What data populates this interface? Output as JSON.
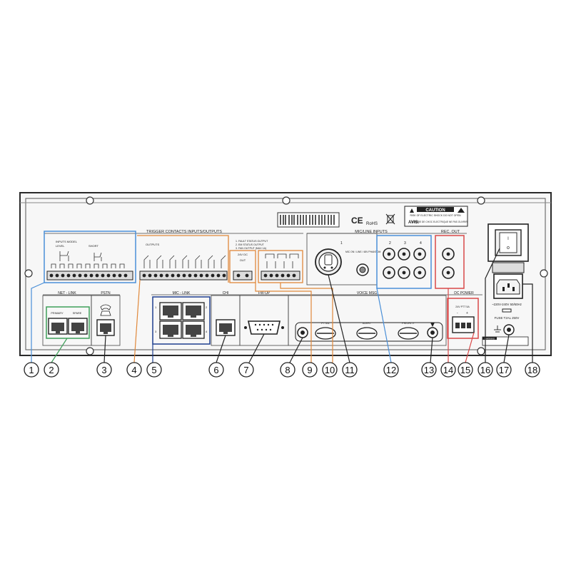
{
  "panel": {
    "section_labels": {
      "trigger": "TRIGGER CONTACTS INPUTS/OUTPUTS",
      "mic_line": "MIC/LINE INPUTS",
      "rec_out": "REC. OUT",
      "net_link": "NET - LINK",
      "pstn": "PSTN",
      "mic_link": "MIC - LINK",
      "chime": "CHI",
      "fw_up": "FW-UP",
      "voice_msg": "VOICE MSG",
      "dc_power": "DC POWER"
    },
    "small_labels": {
      "inputs_model": "INPUTS MODEL",
      "level": "LEVEL",
      "short": "SHORT",
      "outputs": "OUTPUTS",
      "fault_out_1": "1. FAULT STATUS OUTPUT",
      "fault_out_2": "2. EM STATUS OUTPUT",
      "fault_out_3": "3. FAN OUTPUT (MAX 1A)",
      "v24_dc": "24V DC",
      "out": "OUT",
      "primary": "PRIMARY",
      "spare": "SPARE",
      "mic_line_sub": "MIC ON / LINE / 48V PHANTOM",
      "dc_24v": "24V PTT 5A",
      "voltage": "~220V-240V  50/60Hz",
      "fuse": "FUSE T2AL 250V",
      "warning": "WARNING",
      "caution": "CAUTION",
      "caution_sub": "RISK OF ELECTRIC SHOCK DO NOT OPEN",
      "avis": "AVIS:",
      "avis_sub": "RISQUE DE CHOC ELECTRIQUE NE PAS OUVRIR",
      "ce": "CE",
      "rohs": "RoHS",
      "voice_1": "PTTA1",
      "voice_2": "ALERT",
      "voice_3": "PRIORITY"
    }
  },
  "callouts": [
    "1",
    "2",
    "3",
    "4",
    "5",
    "6",
    "7",
    "8",
    "9",
    "10",
    "11",
    "12",
    "13",
    "14",
    "15",
    "16",
    "17",
    "18"
  ],
  "colors": {
    "panel": "#f4f4f4",
    "line": "#2a2a2a",
    "blue": "#4a8fd8",
    "orange": "#e0883a",
    "green": "#3f9f5a",
    "red": "#d94848",
    "dark_blue": "#1e3f8f"
  }
}
